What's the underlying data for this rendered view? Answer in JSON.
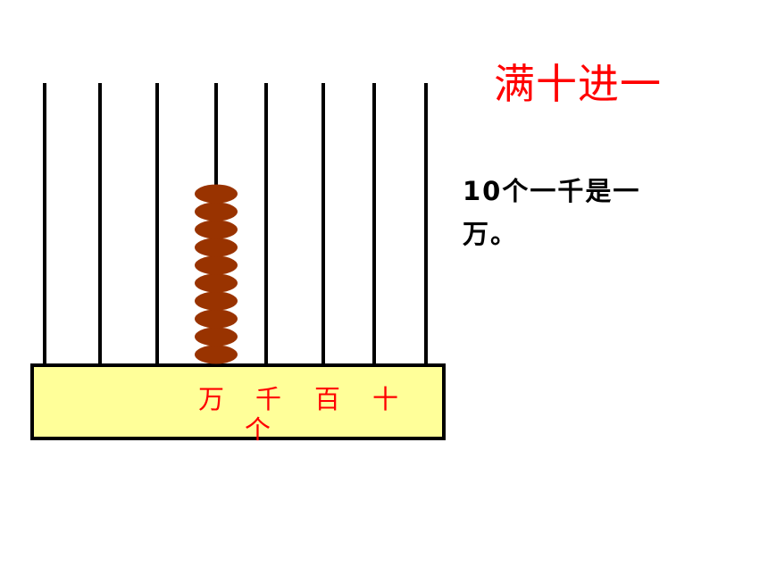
{
  "title": "满十进一",
  "caption": "10个一千是一万。",
  "place_labels": {
    "wan": "万",
    "qian": "千",
    "bai": "百",
    "shi": "十",
    "ge": "个"
  },
  "abacus": {
    "rod_count": 8,
    "beads_on_rod": {
      "rod_index": 3,
      "count": 10
    },
    "colors": {
      "base_fill": "#ffff99",
      "base_stroke": "#000000",
      "rod": "#000000",
      "bead": "#993300"
    }
  }
}
